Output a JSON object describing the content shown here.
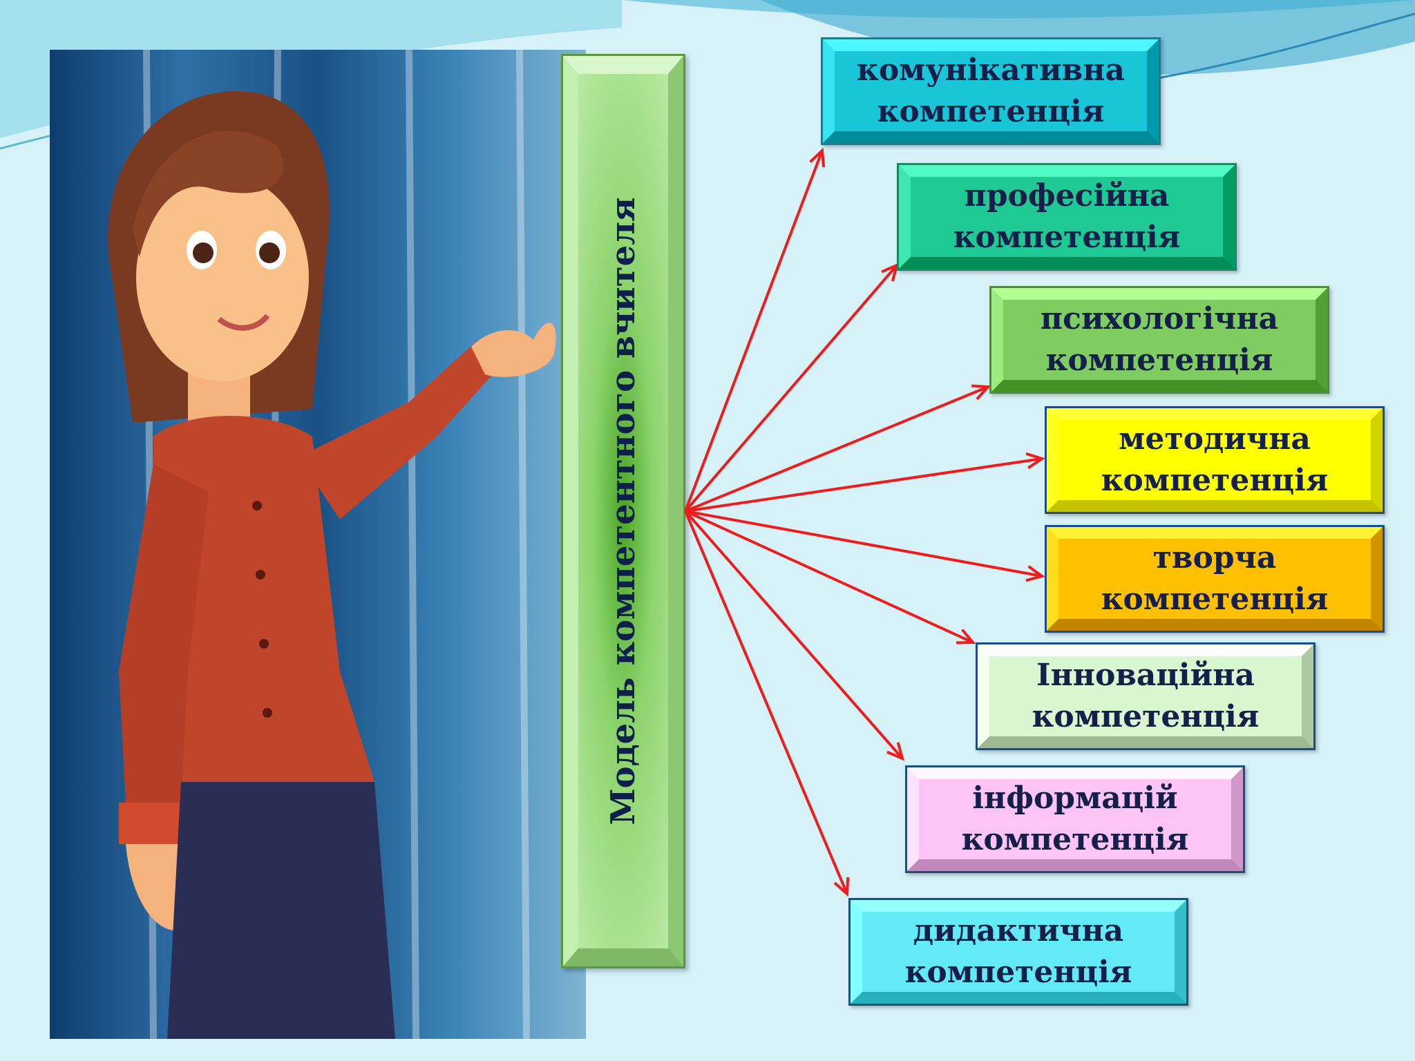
{
  "diagram": {
    "central_label": "Модель компетентного вчителя",
    "competences": [
      {
        "line1": "комунікативна",
        "line2": "компетенція",
        "color": "#19c6d8",
        "border": "#1a7d8c"
      },
      {
        "line1": "професійна",
        "line2": "компетенція",
        "color": "#1ec994",
        "border": "#178a5e"
      },
      {
        "line1": "психологічна",
        "line2": "компетенція",
        "color": "#7fcc62",
        "border": "#4f8c3c"
      },
      {
        "line1": "методична",
        "line2": "компетенція",
        "color": "#ffff00",
        "border": "#1f4a8a"
      },
      {
        "line1": "творча",
        "line2": "компетенція",
        "color": "#ffc000",
        "border": "#1f4a8a"
      },
      {
        "line1": "Інноваційна",
        "line2": "компетенція",
        "color": "#d8f6d0",
        "border": "#1f4a8a"
      },
      {
        "line1": "інформацій",
        "line2": "компетенція",
        "color": "#ffc4f6",
        "border": "#16527a"
      },
      {
        "line1": "дидактична",
        "line2": "компетенція",
        "color": "#62eaf6",
        "border": "#16527a"
      }
    ],
    "arrow_color": "#ee1c1c"
  }
}
